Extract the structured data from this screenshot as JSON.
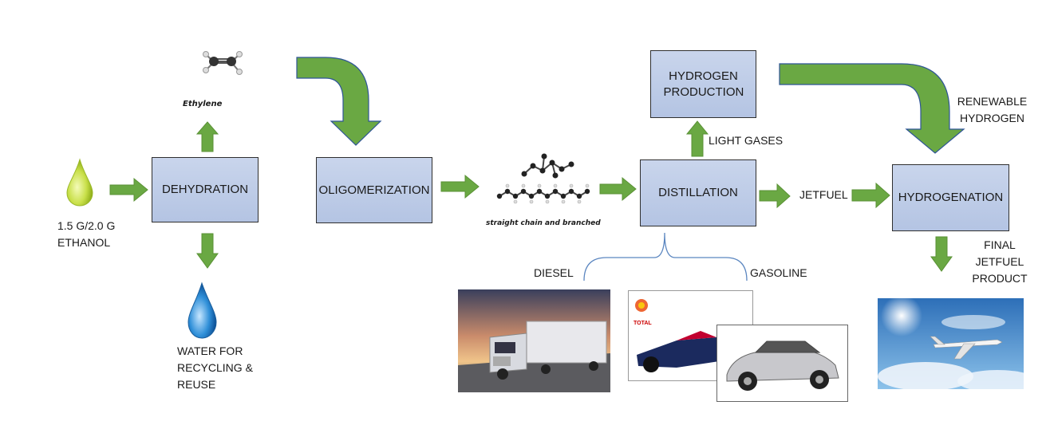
{
  "boxes": {
    "dehydration": "DEHYDRATION",
    "oligomerization": "OLIGOMERIZATION",
    "distillation": "DISTILLATION",
    "hydrogen_production": "HYDROGEN PRODUCTION",
    "hydrogenation": "HYDROGENATION"
  },
  "labels": {
    "ethanol": "1.5 G/2.0 G ETHANOL",
    "ethylene": "Ethylene",
    "water": "WATER FOR RECYCLING & REUSE",
    "chain": "straight chain and branched",
    "light_gases": "LIGHT GASES",
    "jetfuel": "JETFUEL",
    "renewable_hydrogen": "RENEWABLE HYDROGEN",
    "final_product": "FINAL JETFUEL PRODUCT",
    "diesel": "DIESEL",
    "gasoline": "GASOLINE",
    "total_logo": "TOTAL"
  },
  "colors": {
    "arrow_green": "#6aa843",
    "box_fill": "#b4c4e3",
    "bracket_blue": "#5b86c0"
  }
}
